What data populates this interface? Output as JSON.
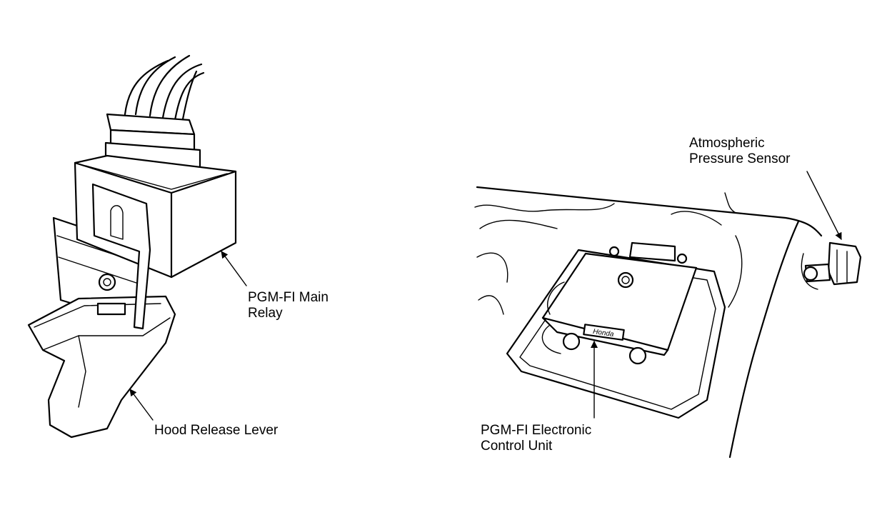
{
  "labels": {
    "relay": [
      "PGM-FI Main",
      "Relay"
    ],
    "hood": [
      "Hood Release Lever"
    ],
    "aps": [
      "Atmospheric",
      "Pressure Sensor"
    ],
    "ecu": [
      "PGM-FI Electronic",
      "Control Unit"
    ]
  },
  "ecu_brand": "Honda"
}
